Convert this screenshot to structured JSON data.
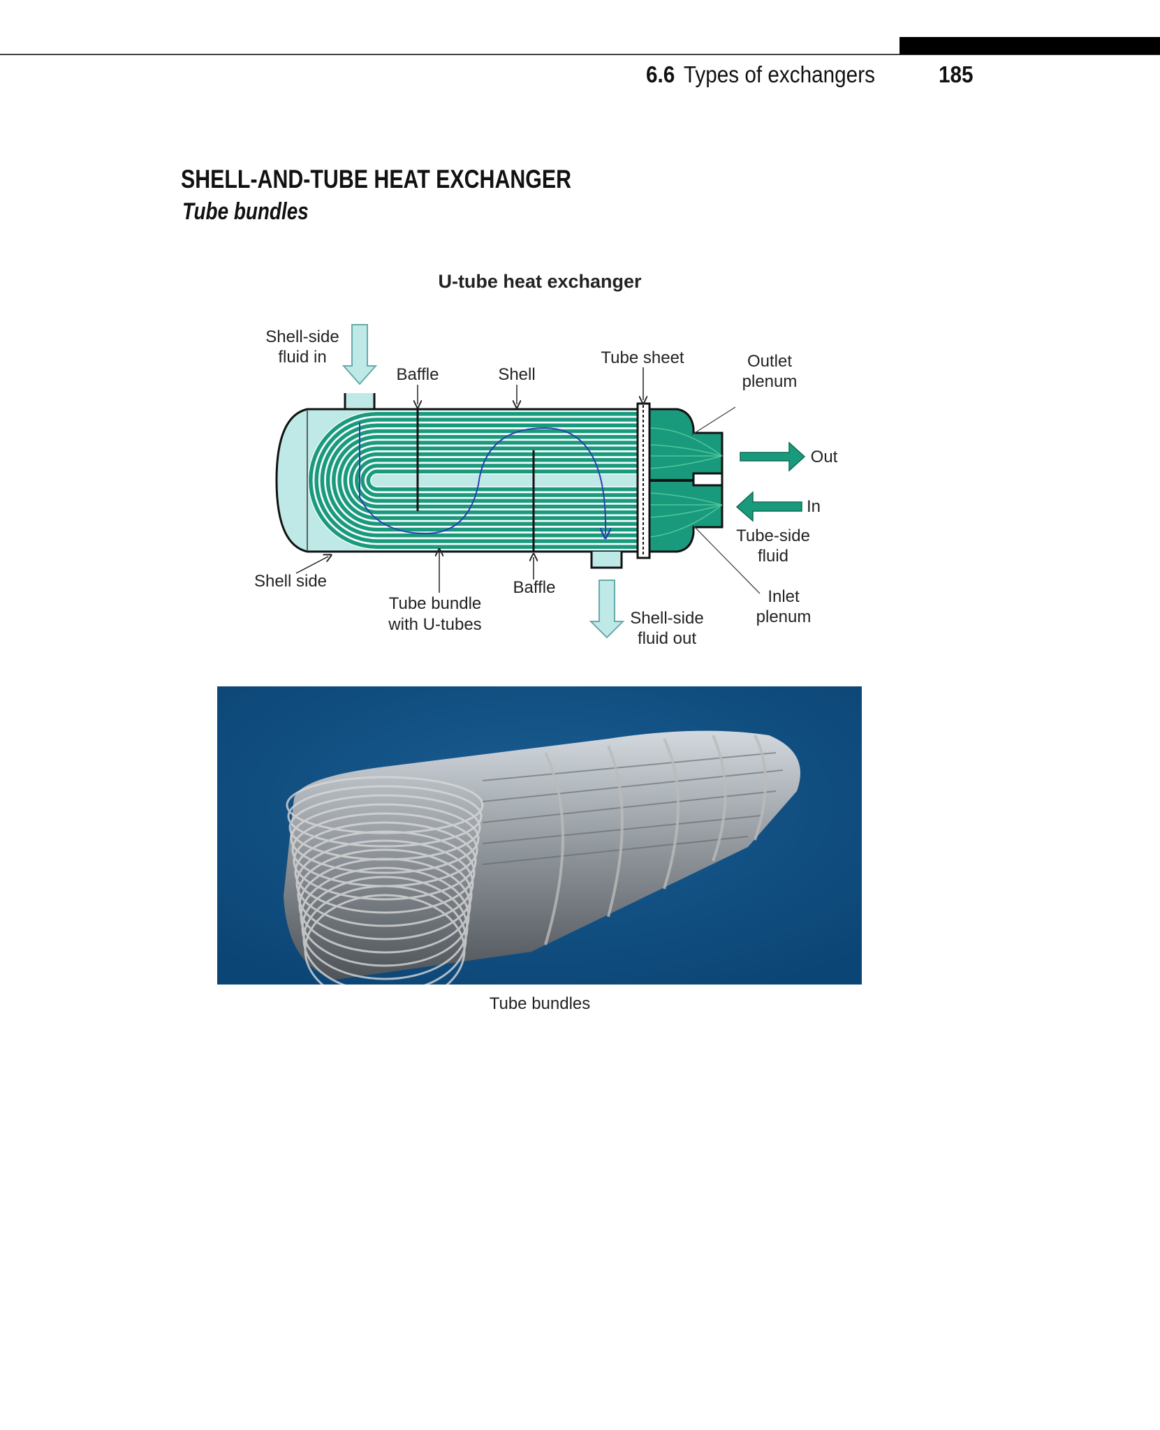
{
  "header": {
    "section_number": "6.6",
    "section_title": "Types of exchangers",
    "page_number": "185"
  },
  "heading": "SHELL-AND-TUBE HEAT EXCHANGER",
  "subheading": "Tube bundles",
  "figure": {
    "title": "U-tube heat exchanger",
    "labels": {
      "shell_side_fluid_in": [
        "Shell-side",
        "fluid in"
      ],
      "baffle_top": "Baffle",
      "shell": "Shell",
      "tube_sheet": "Tube sheet",
      "outlet_plenum": [
        "Outlet",
        "plenum"
      ],
      "out": "Out",
      "in": "In",
      "tube_side_fluid": [
        "Tube-side",
        "fluid"
      ],
      "inlet_plenum": [
        "Inlet",
        "plenum"
      ],
      "shell_side": "Shell side",
      "tube_bundle": [
        "Tube bundle",
        "with U-tubes"
      ],
      "baffle_bottom": "Baffle",
      "shell_side_fluid_out": [
        "Shell-side",
        "fluid out"
      ]
    },
    "colors": {
      "tube": "#1a9a7c",
      "shell_fluid": "#bfe9e6",
      "flow_line": "#2a3fb0"
    }
  },
  "photo": {
    "caption": "Tube bundles",
    "background": "#0d4c7e"
  }
}
